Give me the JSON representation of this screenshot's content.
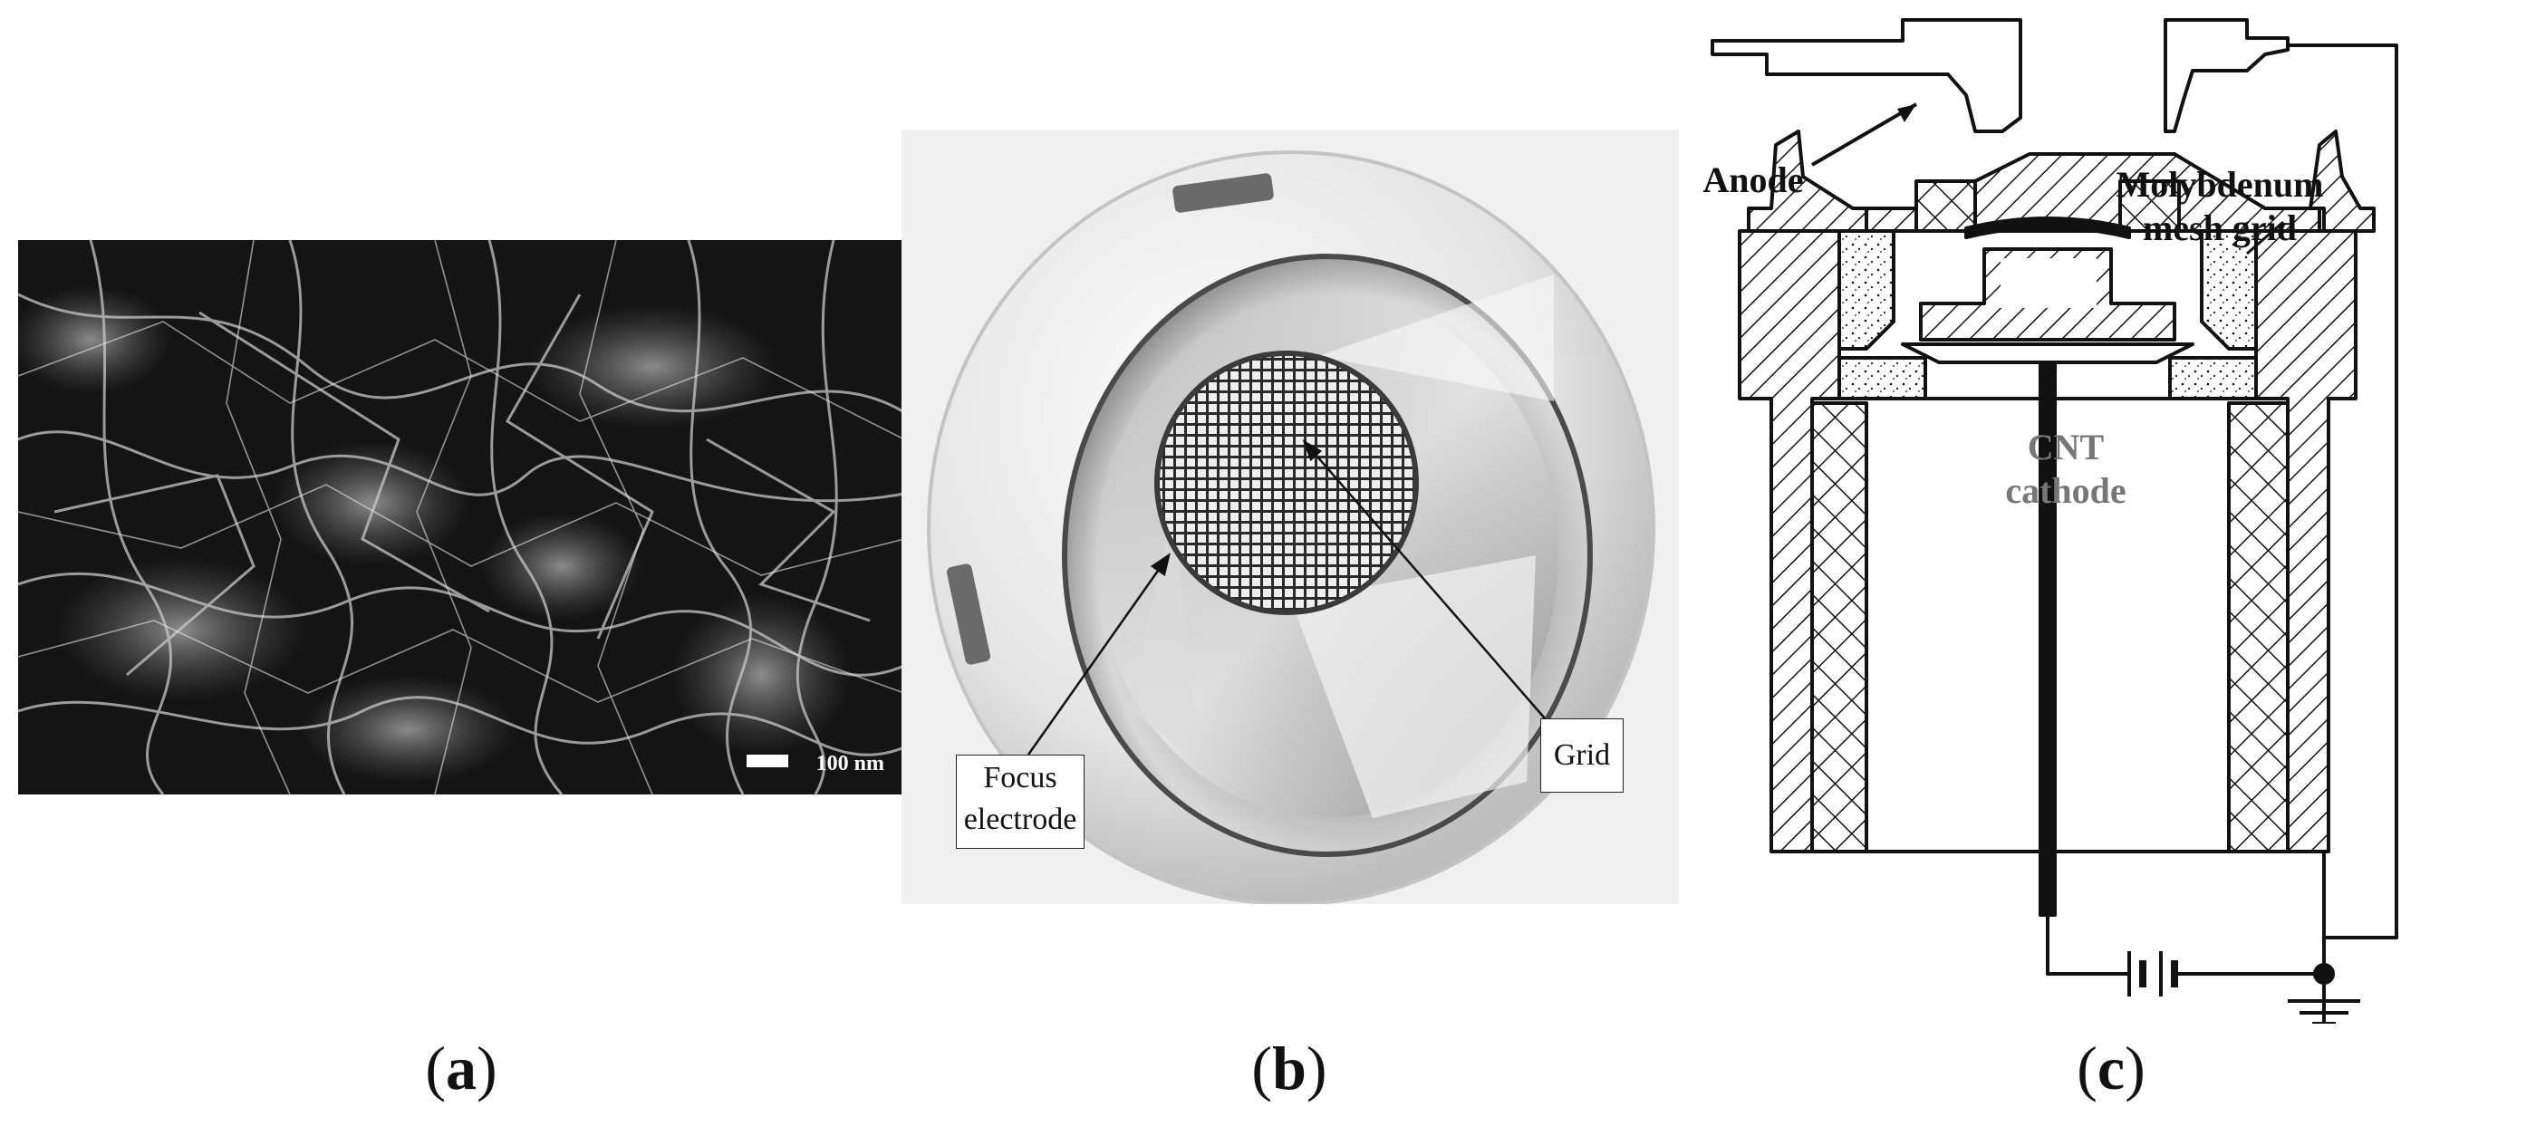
{
  "panels": {
    "a": {
      "caption_letter": "a",
      "scale_label": "100 nm"
    },
    "b": {
      "caption_letter": "b",
      "focus_label_line1": "Focus",
      "focus_label_line2": "electrode",
      "grid_label": "Grid"
    },
    "c": {
      "caption_letter": "c",
      "anode_label": "Anode",
      "mesh_label_line1": "Molybdenum",
      "mesh_label_line2": "mesh grid",
      "cathode_label_line1": "CNT",
      "cathode_label_line2": "cathode"
    }
  },
  "captions": {
    "open": "(",
    "close": ")"
  },
  "colors": {
    "sem_background": "#1a1a1a",
    "photo_background": "#f0f0f0",
    "diagram_ink": "#111111",
    "cathode_text": "#777777"
  }
}
